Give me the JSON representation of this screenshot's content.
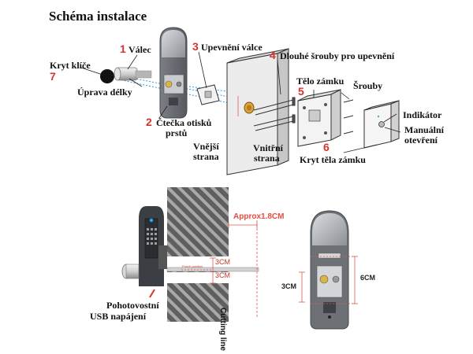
{
  "title": "Schéma instalace",
  "callouts": [
    {
      "num": "1",
      "label": "Válec"
    },
    {
      "num": "2",
      "label": "Čtečka otisků prstů"
    },
    {
      "num": "3",
      "label": "Upevnění válce"
    },
    {
      "num": "4",
      "label": "Dlouhé šrouby pro upevnění"
    },
    {
      "num": "5",
      "label": "Tělo zámku"
    },
    {
      "num": "6",
      "label": "Kryt těla zámku"
    },
    {
      "num": "7",
      "label": "Kryt klíče"
    }
  ],
  "labels": {
    "length_adjust": "Úprava délky",
    "outer_side_1": "Vnější",
    "outer_side_2": "strana",
    "inner_side_1": "Vnitřní",
    "inner_side_2": "strana",
    "screws": "Šrouby",
    "indicator": "Indikátor",
    "manual_open_1": "Manuální",
    "manual_open_2": "otevření",
    "reader_line_1": "Čtečka otisků",
    "reader_line_2": "prstů",
    "usb_1": "Pohotovostní",
    "usb_2": "USB napájení"
  },
  "dimensions": {
    "approx": "Approx1.8CM",
    "cutting_line": "Cutting line",
    "hole_a": "3CM",
    "hole_b": "3CM",
    "punch_position": "Punch position",
    "reader_height": "6CM",
    "reader_width": "3CM"
  },
  "colors": {
    "accent_red": "#d8322c",
    "dim_line": "#e05a4f",
    "device_grey": "#6e7277",
    "device_light": "#c9ccd0",
    "dot_line": "#2a9fd6"
  }
}
